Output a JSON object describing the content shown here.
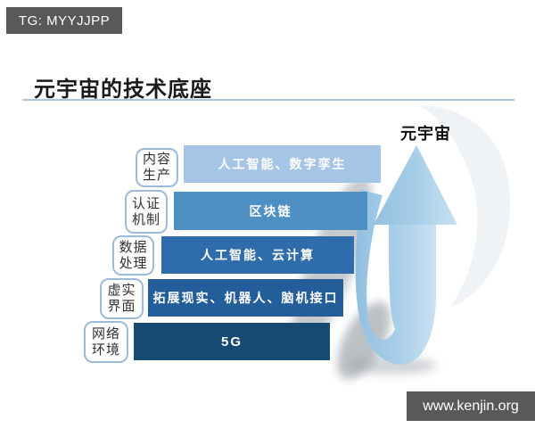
{
  "watermarks": {
    "top_left": "TG: MYYJJPP",
    "bottom_right": "www.kenjin.org"
  },
  "title": "元宇宙的技术底座",
  "arrow": {
    "label": "元宇宙"
  },
  "layers": [
    {
      "cat1": "内容",
      "cat2": "生产",
      "tech": "人工智能、数字孪生",
      "color": "#a6c5e6"
    },
    {
      "cat1": "认证",
      "cat2": "机制",
      "tech": "区块链",
      "color": "#4e8fc4"
    },
    {
      "cat1": "数据",
      "cat2": "处理",
      "tech": "人工智能、云计算",
      "color": "#2e6cab"
    },
    {
      "cat1": "虚实",
      "cat2": "界面",
      "tech": "拓展现实、机器人、脑机接口",
      "color": "#235e9a"
    },
    {
      "cat1": "网络",
      "cat2": "环境",
      "tech": "5G",
      "color": "#174a72"
    }
  ],
  "colors": {
    "watermark_bg": "#58595b",
    "title_text": "#1a1a1a",
    "title_underline": "#a9c8dc",
    "category_box_border": "#9cbada",
    "category_text": "#303030",
    "bar_text": "#ffffff",
    "arrow_fill_dark": "#93c0e0",
    "arrow_fill_light": "#c9e1f2",
    "shadow_gray": "#8f979e"
  }
}
